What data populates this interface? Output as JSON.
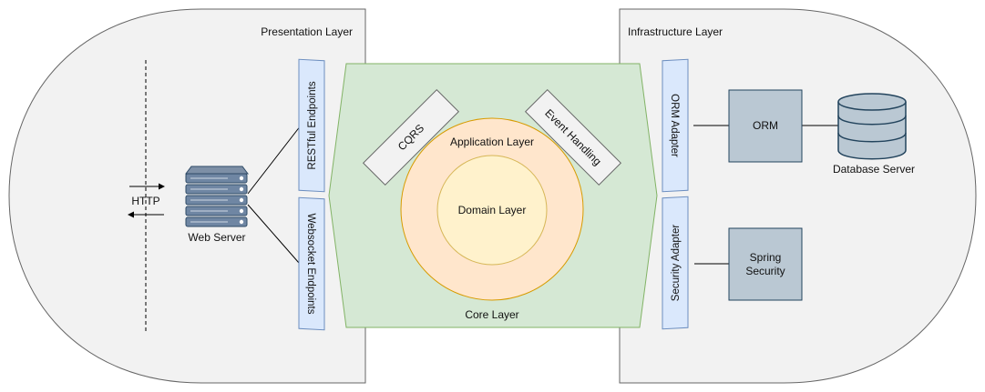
{
  "presentation_layer": {
    "title": "Presentation Layer",
    "http_label": "HTTP",
    "web_server_label": "Web Server",
    "restful_endpoints": "RESTful Endpoints",
    "websocket_endpoints": "Websocket Endpoints"
  },
  "core_layer": {
    "title": "Core Layer",
    "application_layer": "Application Layer",
    "domain_layer": "Domain Layer",
    "cqrs": "CQRS",
    "event_handling": "Event Handling"
  },
  "infrastructure_layer": {
    "title": "Infrastructure Layer",
    "orm_adapter": "ORM Adapter",
    "security_adapter": "Security Adapter",
    "orm": "ORM",
    "spring_security_line1": "Spring",
    "spring_security_line2": "Security",
    "database_server": "Database Server"
  },
  "colors": {
    "shell_fill": "#f2f2f2",
    "shell_stroke": "#666666",
    "endpoint_fill": "#dae8fc",
    "endpoint_stroke": "#6c8ebf",
    "core_fill": "#d5e8d4",
    "core_stroke": "#82b366",
    "application_fill": "#ffe6cc",
    "application_stroke": "#d79b00",
    "domain_fill": "#fff2cc",
    "domain_stroke": "#d6b656",
    "component_fill": "#bac8d3",
    "component_stroke": "#23445d"
  }
}
